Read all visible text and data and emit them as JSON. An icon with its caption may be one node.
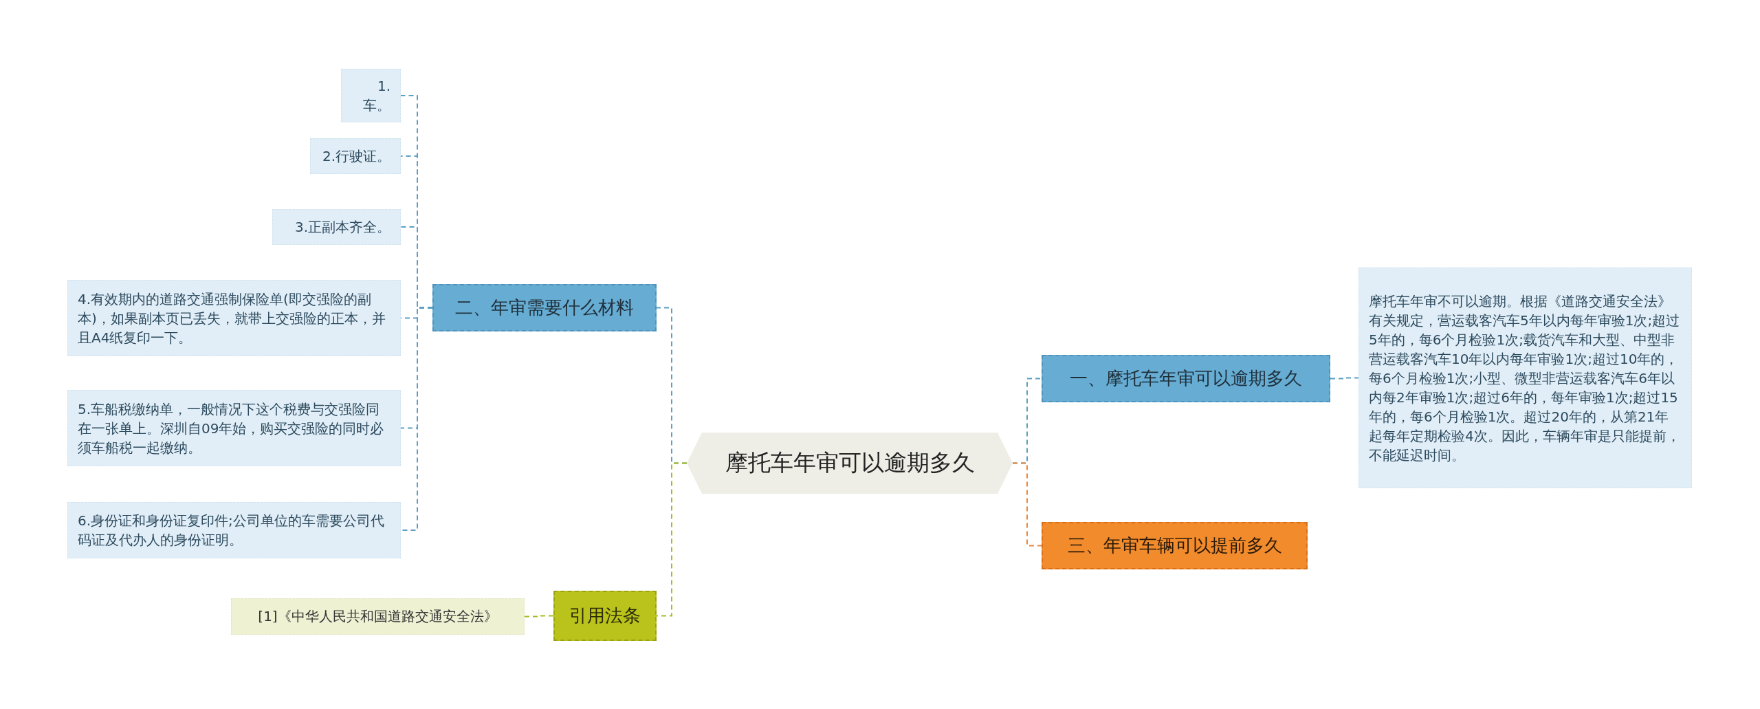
{
  "diagram": {
    "nodes": [
      {
        "text": [
          "摩托车年审可以逾期多久"
        ]
      },
      {
        "text": [
          "一、摩托车年审可以逾期多久"
        ]
      },
      {
        "text": [
          "摩托车年审不可以逾期。根据《道路交通安全法》有关规定，营运载客汽车5年以内每年审验1次;超过5年的，每6个月检验1次;载货汽车和大型、中型非营运载客汽车10年以内每年审验1次;超过10年的，每6个月检验1次;小型、微型非营运载客汽车6年以内每2年审验1次;超过6年的，每年审验1次;超过15年的，每6个月检验1次。超过20年的，从第21年起每年定期检验4次。因此，车辆年审是只能提前，不能延迟时间。"
        ]
      },
      {
        "text": [
          "三、年审车辆可以提前多久"
        ]
      },
      {
        "text": [
          "二、年审需要什么材料"
        ]
      },
      {
        "text": [
          "1.车。"
        ]
      },
      {
        "text": [
          "2.行驶证。"
        ]
      },
      {
        "text": [
          "3.正副本齐全。"
        ]
      },
      {
        "text": [
          "4.有效期内的道路交通强制保险单(即交强险的副本)，如果副本页已丢失，就带上交强险的正本，并且A4纸复印一下。"
        ]
      },
      {
        "text": [
          "5.车船税缴纳单，一般情况下这个税费与交强险同在一张单上。深圳自09年始，购买交强险的同时必须车船税一起缴纳。"
        ]
      },
      {
        "text": [
          "6.身份证和身份证复印件;公司单位的车需要公司代码证及代办人的身份证明。"
        ]
      },
      {
        "text": [
          "引用法条"
        ]
      },
      {
        "text": [
          "[1]《中华人民共和国道路交通安全法》"
        ]
      }
    ],
    "edges": [
      {
        "from": 0,
        "to": 1,
        "arrow": "none",
        "style": "dashed"
      },
      {
        "from": 1,
        "to": 2,
        "arrow": "none",
        "style": "dashed"
      },
      {
        "from": 0,
        "to": 3,
        "arrow": "none",
        "style": "dashed",
        "color": "#e8883a"
      },
      {
        "from": 0,
        "to": 4,
        "arrow": "none",
        "style": "dashed"
      },
      {
        "from": 4,
        "to": 5,
        "arrow": "none",
        "style": "dashed"
      },
      {
        "from": 4,
        "to": 6,
        "arrow": "none",
        "style": "dashed"
      },
      {
        "from": 4,
        "to": 7,
        "arrow": "none",
        "style": "dashed"
      },
      {
        "from": 4,
        "to": 8,
        "arrow": "none",
        "style": "dashed"
      },
      {
        "from": 4,
        "to": 9,
        "arrow": "none",
        "style": "dashed"
      },
      {
        "from": 4,
        "to": 10,
        "arrow": "none",
        "style": "dashed"
      },
      {
        "from": 0,
        "to": 11,
        "arrow": "none",
        "style": "dashed",
        "color": "#a9bb1e"
      },
      {
        "from": 11,
        "to": 12,
        "arrow": "none",
        "style": "dashed",
        "color": "#a9bb1e"
      }
    ]
  }
}
